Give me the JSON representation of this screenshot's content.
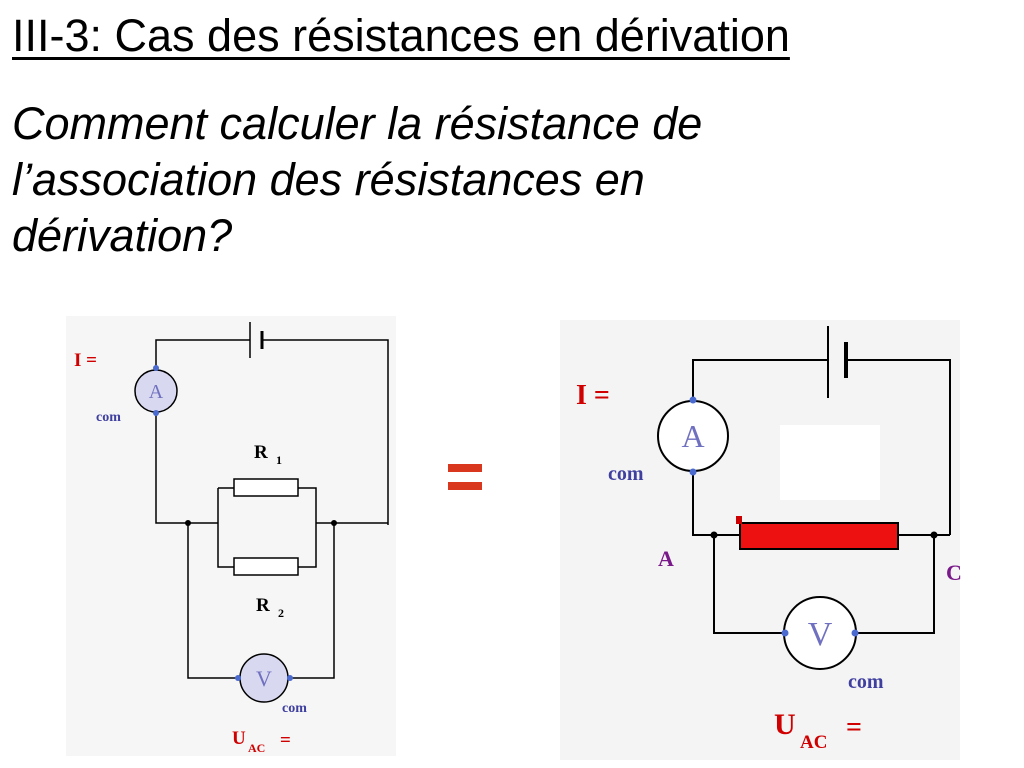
{
  "slide": {
    "title": "III-3: Cas des résistances en dérivation",
    "question_lines": [
      "Comment calculer la résistance de",
      "l’association des résistances en",
      "dérivation?"
    ]
  },
  "left_circuit": {
    "current_label": "I =",
    "ammeter_symbol": "A",
    "ammeter_com": "com",
    "resistor1_label": "R",
    "resistor1_sub": "1",
    "resistor2_label": "R",
    "resistor2_sub": "2",
    "voltmeter_symbol": "V",
    "voltmeter_com": "com",
    "voltage_label": "U",
    "voltage_sub": "AC",
    "voltage_eq": "="
  },
  "equals_sign": "=",
  "right_circuit": {
    "current_label": "I =",
    "ammeter_symbol": "A",
    "ammeter_com": "com",
    "node_a": "A",
    "node_c": "C",
    "voltmeter_symbol": "V",
    "voltmeter_com": "com",
    "voltage_label": "U",
    "voltage_sub": "AC",
    "voltage_eq": "="
  },
  "colors": {
    "label_red": "#d00000",
    "com_blue": "#3f3fa0",
    "node_purple": "#7a1a8a",
    "meter_fill": "#d8d8f0",
    "meter_text": "#7070c0",
    "equivalent_resistor": "#ee1111",
    "equals": "#d9381e"
  }
}
